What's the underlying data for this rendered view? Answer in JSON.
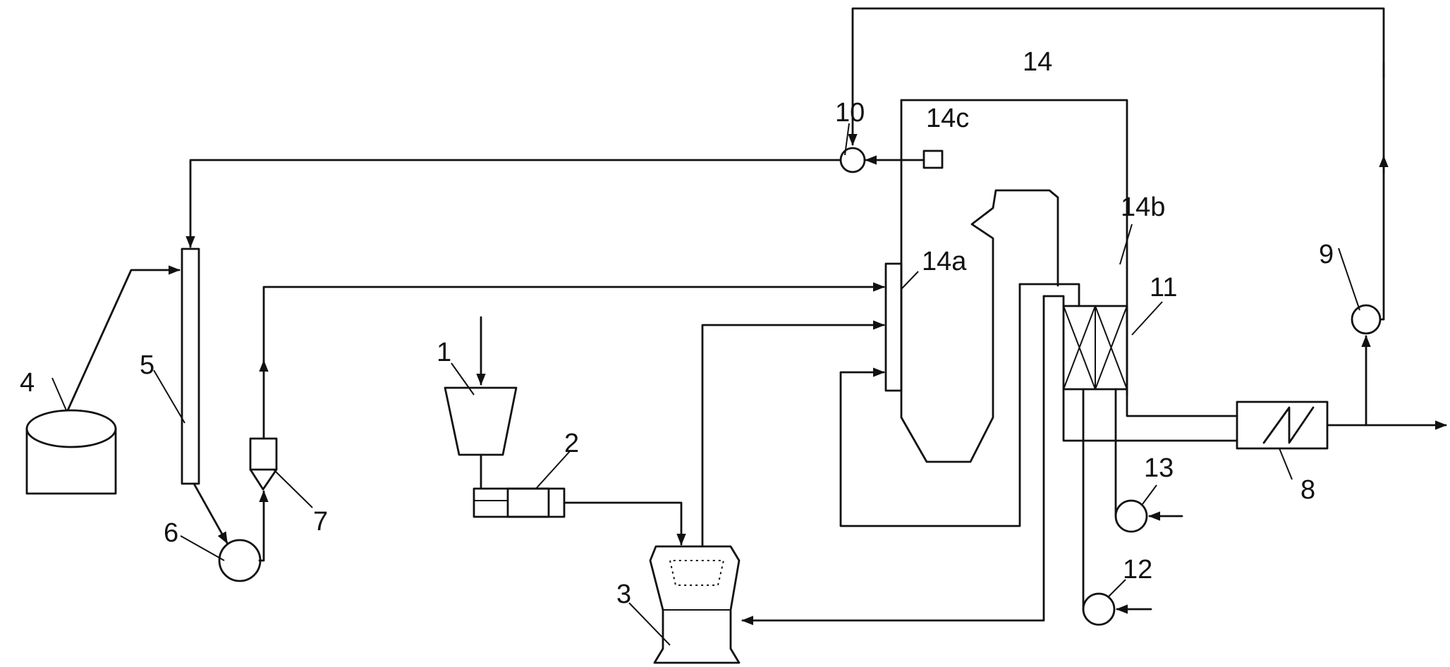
{
  "labels": {
    "l1": "1",
    "l2": "2",
    "l3": "3",
    "l4": "4",
    "l5": "5",
    "l6": "6",
    "l7": "7",
    "l8": "8",
    "l9": "9",
    "l10": "10",
    "l11": "11",
    "l12": "12",
    "l13": "13",
    "l14": "14",
    "l14a": "14a",
    "l14b": "14b",
    "l14c": "14c"
  }
}
